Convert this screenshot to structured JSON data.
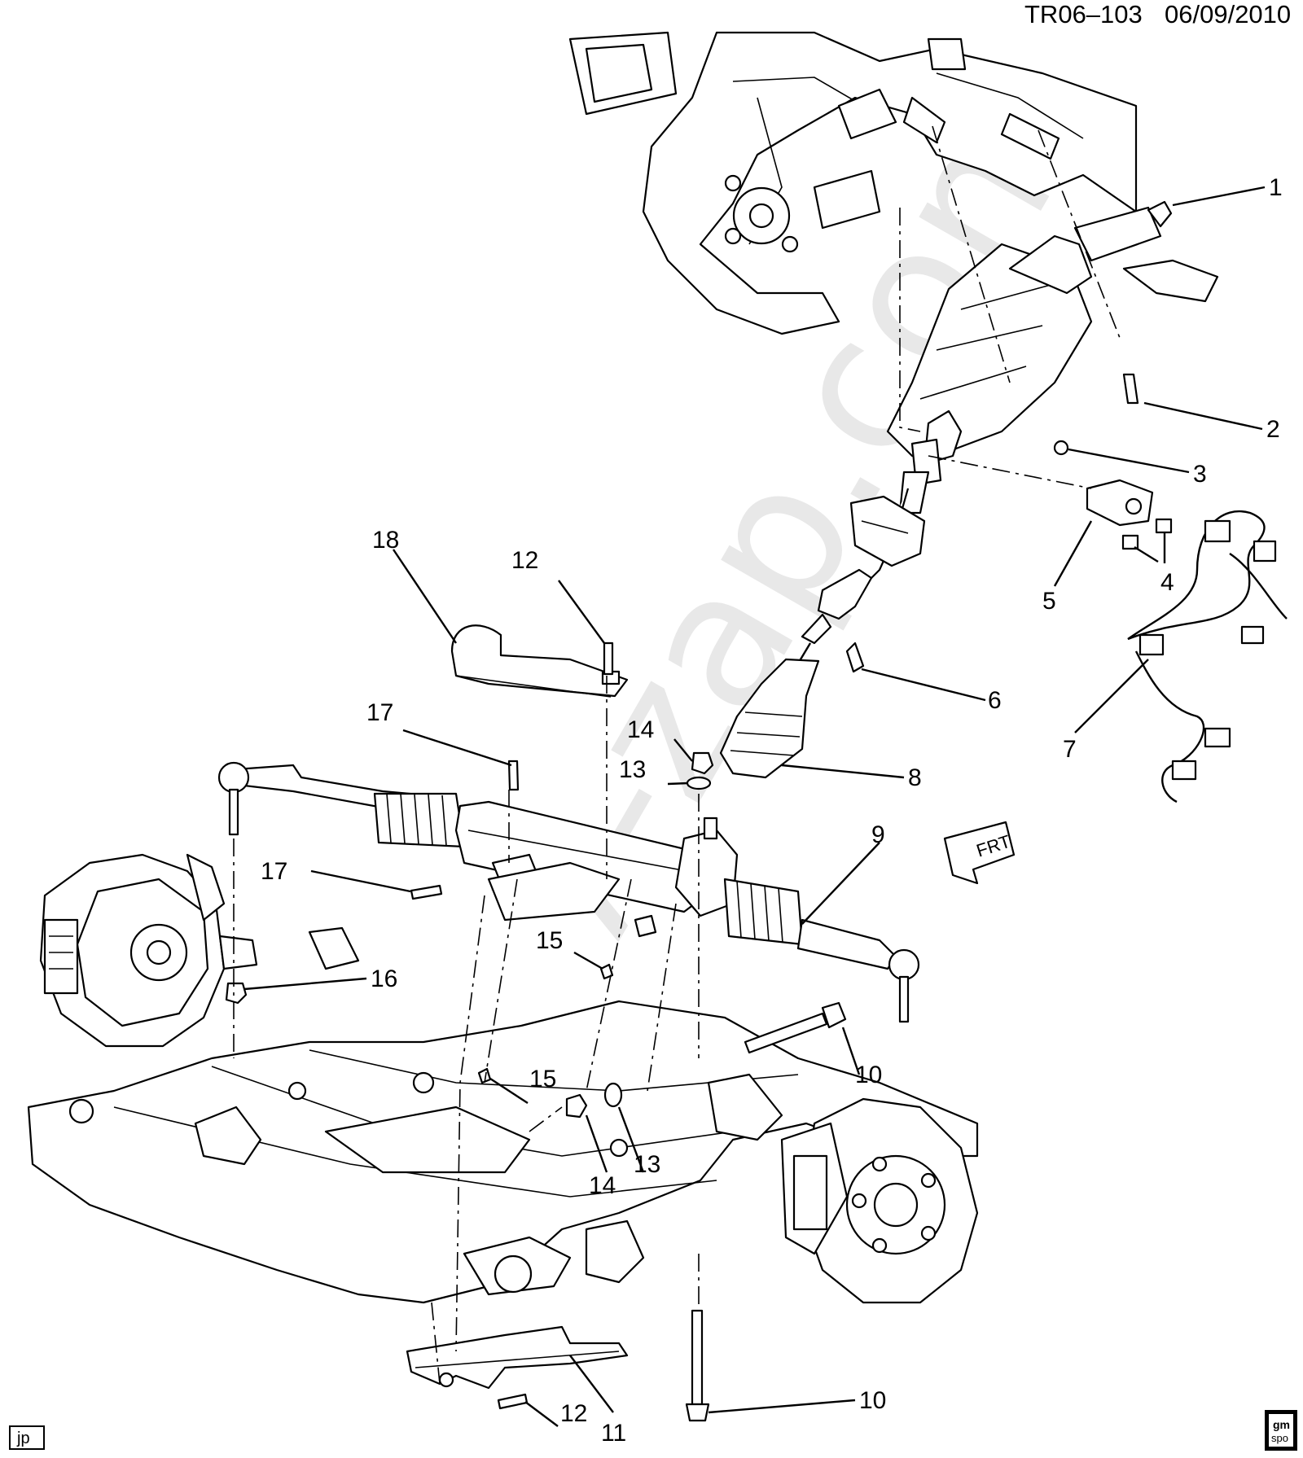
{
  "header": {
    "code": "TR06–103",
    "date": "06/09/2010"
  },
  "watermark": "7-zap.com",
  "badges": {
    "corner_left": "jp",
    "gm_top": "gm",
    "gm_bottom": "spo"
  },
  "frt_label": "FRT",
  "callouts": [
    {
      "id": "c1",
      "text": "1"
    },
    {
      "id": "c2",
      "text": "2"
    },
    {
      "id": "c3",
      "text": "3"
    },
    {
      "id": "c4",
      "text": "4"
    },
    {
      "id": "c5",
      "text": "5"
    },
    {
      "id": "c6",
      "text": "6"
    },
    {
      "id": "c7",
      "text": "7"
    },
    {
      "id": "c8",
      "text": "8"
    },
    {
      "id": "c9",
      "text": "9"
    },
    {
      "id": "c10a",
      "text": "10"
    },
    {
      "id": "c10b",
      "text": "10"
    },
    {
      "id": "c11",
      "text": "11"
    },
    {
      "id": "c12a",
      "text": "12"
    },
    {
      "id": "c12b",
      "text": "12"
    },
    {
      "id": "c13a",
      "text": "13"
    },
    {
      "id": "c13b",
      "text": "13"
    },
    {
      "id": "c14a",
      "text": "14"
    },
    {
      "id": "c14b",
      "text": "14"
    },
    {
      "id": "c15a",
      "text": "15"
    },
    {
      "id": "c15b",
      "text": "15"
    },
    {
      "id": "c16",
      "text": "16"
    },
    {
      "id": "c17a",
      "text": "17"
    },
    {
      "id": "c17b",
      "text": "17"
    },
    {
      "id": "c18",
      "text": "18"
    }
  ]
}
